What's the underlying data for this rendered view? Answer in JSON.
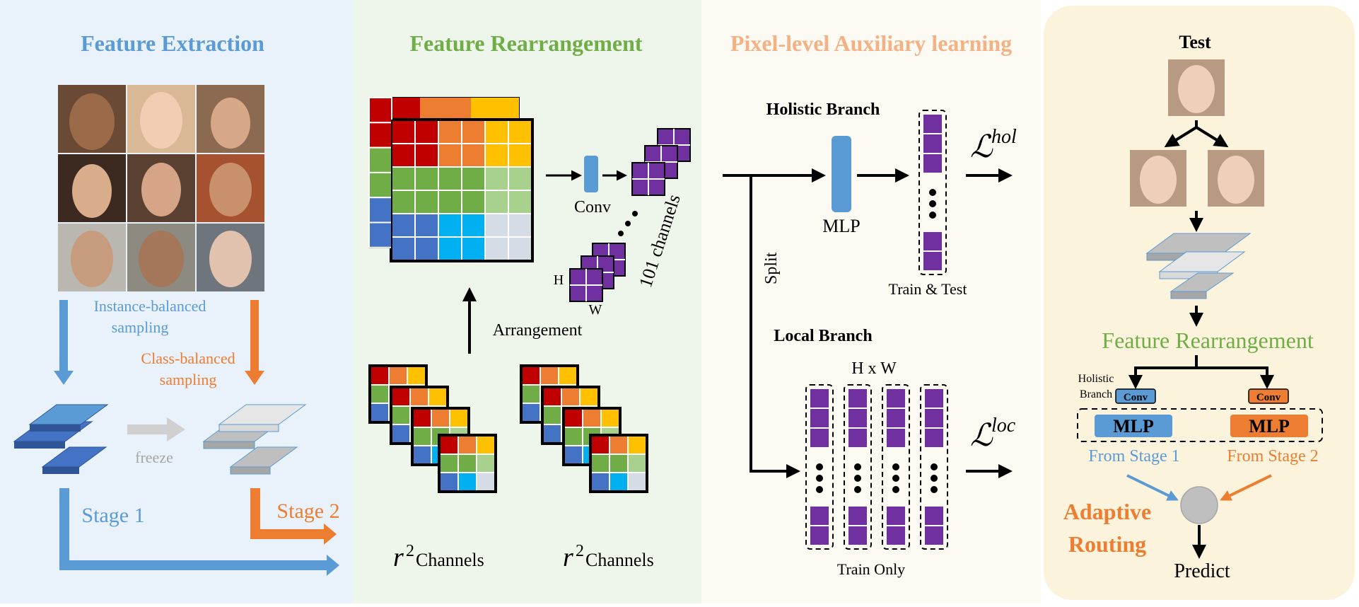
{
  "panels": {
    "extraction": {
      "title": "Feature Extraction",
      "instance_sampling": [
        "Instance-balanced",
        "sampling"
      ],
      "class_sampling": [
        "Class-balanced",
        "sampling"
      ],
      "freeze": "freeze",
      "stage1": "Stage 1",
      "stage2": "Stage 2"
    },
    "rearrangement": {
      "title": "Feature Rearrangement",
      "conv": "Conv",
      "channels_101": "101 channels",
      "h": "H",
      "w": "W",
      "arrangement": "Arrangement",
      "r2_channels_a": "Channels",
      "r2_channels_b": "Channels",
      "r_symbol": "r",
      "r_exp": "2"
    },
    "auxiliary": {
      "title": "Pixel-level Auxiliary learning",
      "holistic_branch": "Holistic Branch",
      "mlp": "MLP",
      "train_test": "Train & Test",
      "split": "Split",
      "local_branch": "Local Branch",
      "hxw": "H x W",
      "train_only": "Train Only",
      "loss_symbol": "ℒ",
      "loss_hol_sup": "hol",
      "loss_loc_sup": "loc"
    },
    "test": {
      "title": "Test",
      "feature_rearrangement": "Feature Rearrangement",
      "holistic_branch": [
        "Holistic",
        "Branch"
      ],
      "conv_left": "Conv",
      "conv_right": "Conv",
      "mlp_left": "MLP",
      "mlp_right": "MLP",
      "from_stage1": "From Stage 1",
      "from_stage2": "From Stage 2",
      "adaptive_routing": [
        "Adaptive",
        "Routing"
      ],
      "predict": "Predict"
    }
  },
  "colors": {
    "panel1_bg": "#e9f1fb",
    "panel2_bg": "#eef6ec",
    "panel3_bg": "#fdf9f3",
    "panel4_bg": "#fcf3dd",
    "blue_title": "#5b9bd5",
    "green_title": "#70ad47",
    "peach_title": "#f4b183",
    "orange": "#ed7d31",
    "purple": "#7030a0",
    "grid_red": "#c00000",
    "grid_orange": "#ed7d31",
    "grid_yellow": "#ffc000",
    "grid_green": "#70ad47",
    "grid_lightgreen": "#a9d18e",
    "grid_blue": "#4472c4",
    "grid_cyan": "#00b0f0",
    "grid_gray": "#d6dce5"
  }
}
